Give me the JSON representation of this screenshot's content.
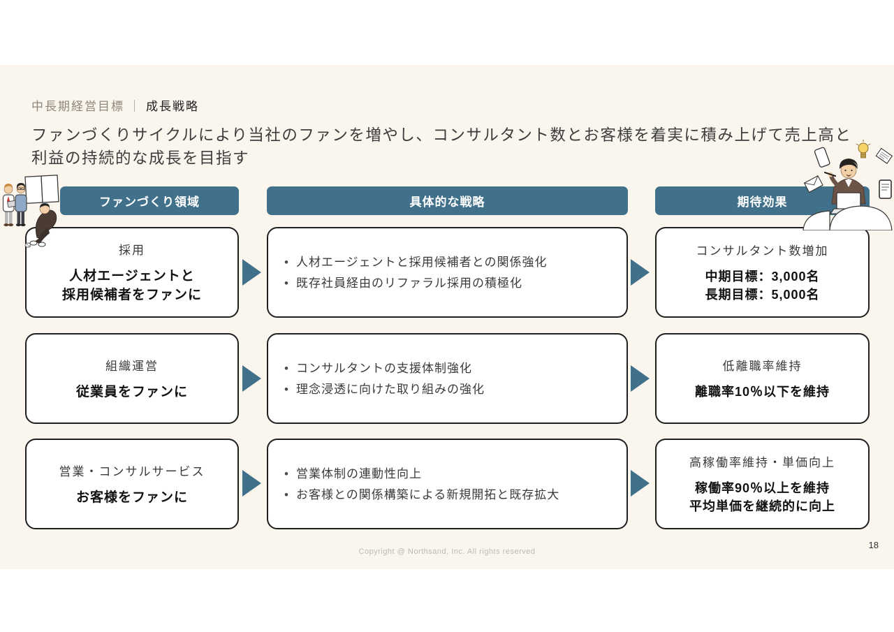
{
  "ui": {
    "bullet": "•",
    "separator": "｜"
  },
  "colors": {
    "accent_teal": "#41708A",
    "panel_background": "#FAF6EE",
    "box_border": "#1F1F1F",
    "highlight_text": "#111111"
  },
  "header": {
    "category": "中長期経営目標",
    "title": "成長戦略",
    "subtitle": "ファンづくりサイクルにより当社のファンを増やし、コンサルタント数とお客様を着実に積み上げて売上高と利益の持続的な成長を目指す"
  },
  "columns": [
    {
      "label": "ファンづくり領域"
    },
    {
      "label": "具体的な戦略"
    },
    {
      "label": "期待効果"
    }
  ],
  "rows": [
    {
      "area": {
        "title": "採用",
        "bold_lines": [
          "人材エージェントと",
          "採用候補者をファンに"
        ]
      },
      "strategies": [
        "人材エージェントと採用候補者との関係強化",
        "既存社員経由のリファラル採用の積極化"
      ],
      "effect": {
        "title": "コンサルタント数増加",
        "bold_lines": [
          "中期目標：3,000名",
          "長期目標：5,000名"
        ]
      }
    },
    {
      "area": {
        "title": "組織運営",
        "bold_lines": [
          "従業員をファンに"
        ]
      },
      "strategies": [
        "コンサルタントの支援体制強化",
        "理念浸透に向けた取り組みの強化"
      ],
      "effect": {
        "title": "低離職率維持",
        "bold_lines": [
          "離職率10％以下を維持"
        ]
      }
    },
    {
      "area": {
        "title": "営業・コンサルサービス",
        "bold_lines": [
          "お客様をファンに"
        ]
      },
      "strategies": [
        "営業体制の連動性向上",
        "お客様との関係構築による新規開拓と既存拡大"
      ],
      "effect": {
        "title": "高稼働率維持・単価向上",
        "bold_lines": [
          "稼働率90％以上を維持",
          "平均単価を継続的に向上"
        ]
      }
    }
  ],
  "footer": {
    "copyright": "Copyright @ Northsand, Inc. All rights reserved",
    "page_number": "18"
  },
  "icons": {
    "flow_arrow": "right-chevron-arrow",
    "illustration_left": "team-discussion-illustration",
    "illustration_crouch": "crouching-person-illustration",
    "illustration_right": "consultant-at-laptop-illustration"
  }
}
